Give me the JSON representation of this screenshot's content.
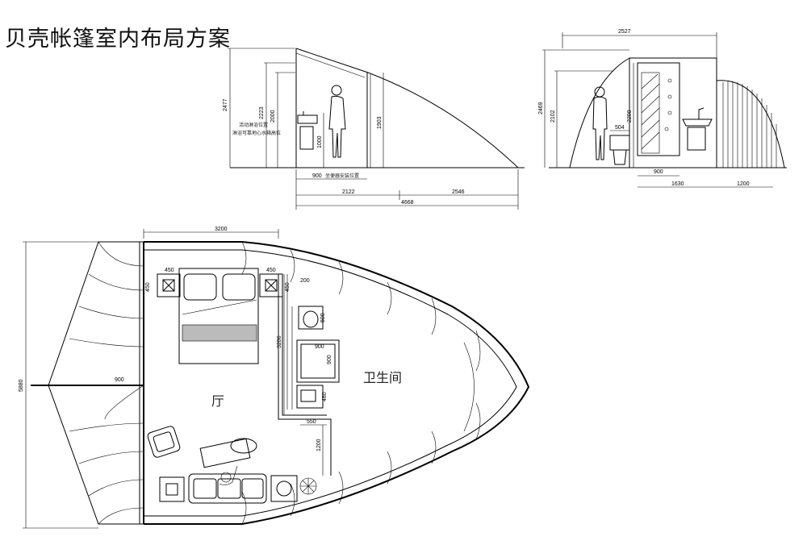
{
  "title": "贝壳帐篷室内布局方案",
  "side_section": {
    "dimensions": [
      "2477",
      "2223",
      "2000",
      "1000",
      "1903",
      "900",
      "2122",
      "2546",
      "4668"
    ],
    "notes": [
      "活动淋浴位置",
      "淋浴可靠地心水箱高位",
      "坐便器安装位置"
    ]
  },
  "front_section": {
    "dimensions": [
      "2527",
      "2469",
      "2102",
      "2200",
      "504",
      "900",
      "1630",
      "1200"
    ]
  },
  "plan": {
    "dimensions": [
      "3200",
      "5880",
      "900",
      "450",
      "450",
      "450",
      "450",
      "3206",
      "200",
      "500",
      "900",
      "900",
      "480",
      "550",
      "1200"
    ],
    "room_labels": [
      "厅",
      "卫生间"
    ]
  }
}
